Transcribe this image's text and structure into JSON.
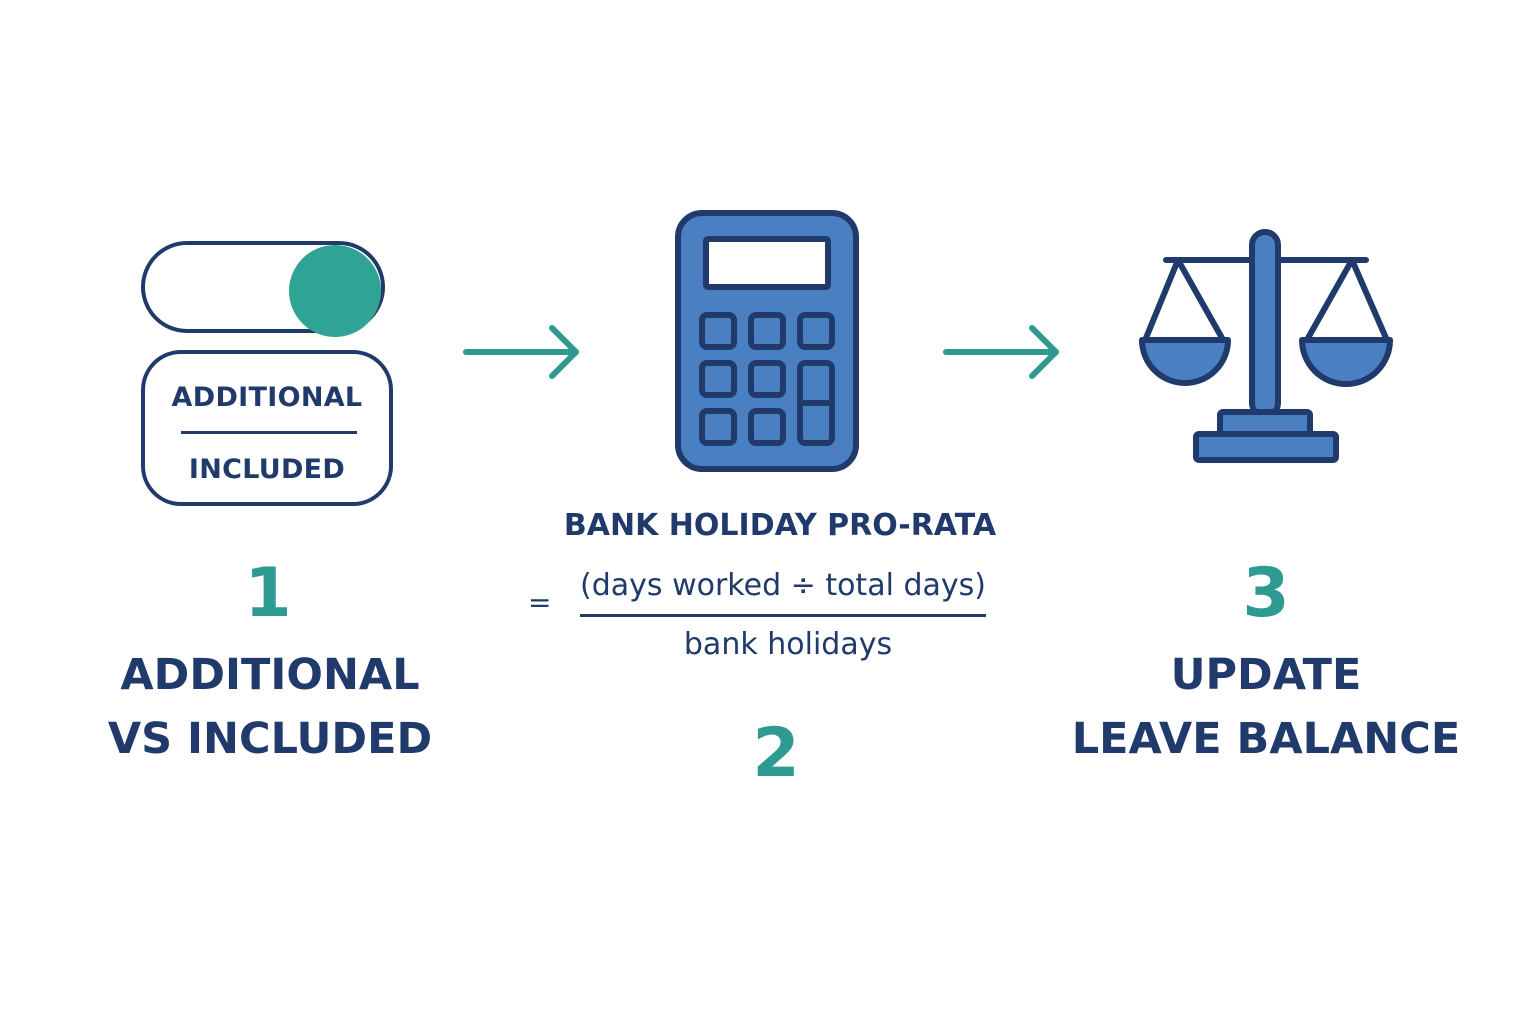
{
  "colors": {
    "navy": "#1f3a6b",
    "teal": "#2f9a92",
    "icon_blue": "#4a7fc1",
    "icon_blue_dark": "#2a5fa3",
    "toggle_knob": "#2fa394"
  },
  "step1": {
    "icon": "toggle-switch-icon",
    "box_top": "ADDITIONAL",
    "box_bottom": "INCLUDED",
    "number": "1",
    "label_line1": "ADDITIONAL",
    "label_line2": "VS INCLUDED"
  },
  "step2": {
    "icon": "calculator-icon",
    "formula_title": "BANK HOLIDAY PRO-RATA",
    "formula_equals": "=",
    "formula_numerator": "(days worked ÷ total days)",
    "formula_denominator": "bank holidays",
    "number": "2"
  },
  "step3": {
    "icon": "balance-scale-icon",
    "number": "3",
    "label_line1": "UPDATE",
    "label_line2": "LEAVE BALANCE"
  },
  "arrows": [
    "arrow-right-icon",
    "arrow-right-icon"
  ]
}
